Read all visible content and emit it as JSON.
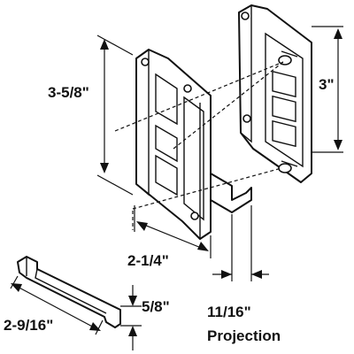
{
  "dimensions": {
    "height_latch": "3-5/8\"",
    "height_strike": "3\"",
    "width_latch": "2-1/4\"",
    "length_clip": "2-9/16\"",
    "height_clip": "5/8\"",
    "projection_value": "11/16\"",
    "projection_word": "Projection"
  }
}
